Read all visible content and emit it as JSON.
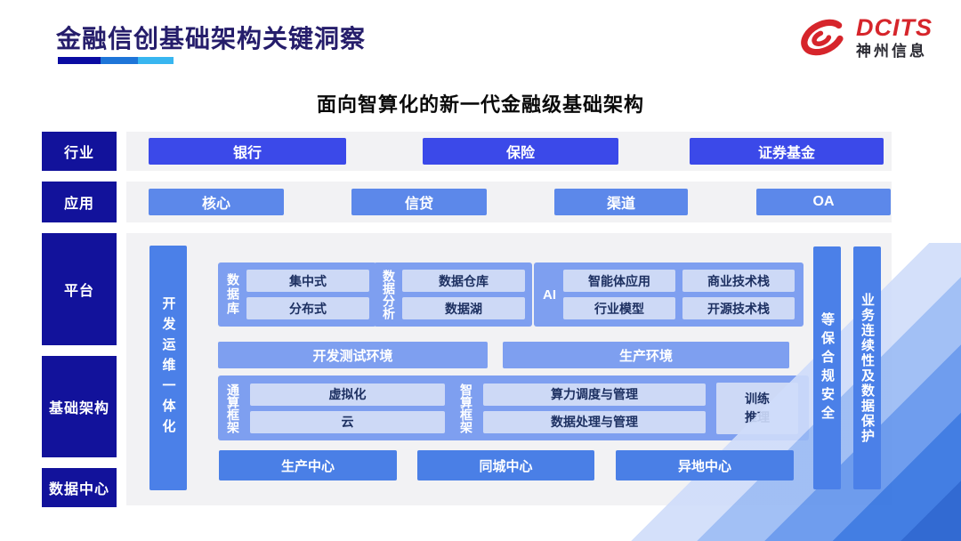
{
  "header": {
    "title": "金融信创基础架构关键洞察",
    "logo": {
      "brand": "DCITS",
      "company": "神州信息"
    }
  },
  "subtitle": "面向智算化的新一代金融级基础架构",
  "row_labels": {
    "industry": "行业",
    "application": "应用",
    "platform": "平台",
    "infrastructure": "基础架构",
    "datacenter": "数据中心"
  },
  "industry": {
    "items": [
      "银行",
      "保险",
      "证券基金"
    ]
  },
  "application": {
    "items": [
      "核心",
      "信贷",
      "渠道",
      "OA"
    ]
  },
  "platform": {
    "devops": "开发运维一体化",
    "database": {
      "label": "数据库",
      "items": [
        "集中式",
        "分布式"
      ]
    },
    "analytics": {
      "label": "数据分析",
      "items": [
        "数据仓库",
        "数据湖"
      ]
    },
    "ai": {
      "label": "AI",
      "items": [
        "智能体应用",
        "商业技术栈",
        "行业模型",
        "开源技术栈"
      ]
    },
    "environments": [
      "开发测试环境",
      "生产环境"
    ],
    "general_framework": {
      "label": "通算框架",
      "items": [
        "虚拟化",
        "云"
      ]
    },
    "intelligent_framework": {
      "label": "智算框架",
      "items": [
        "算力调度与管理",
        "数据处理与管理"
      ],
      "side": "训练推理"
    },
    "datacenters": [
      "生产中心",
      "同城中心",
      "异地中心"
    ],
    "security": "等保合规安全",
    "continuity": "业务连续性及数据保护"
  },
  "colors": {
    "title": "#251d6b",
    "logo_red": "#d6252b",
    "dark_label": "#12129b",
    "industry_box": "#3b49e9",
    "app_box": "#5c88ea",
    "group_bg": "#7e9ff0",
    "inner_box": "#cdd9f6",
    "vertical_bar": "#4b80e8",
    "strip_bg": "#f2f2f4"
  }
}
